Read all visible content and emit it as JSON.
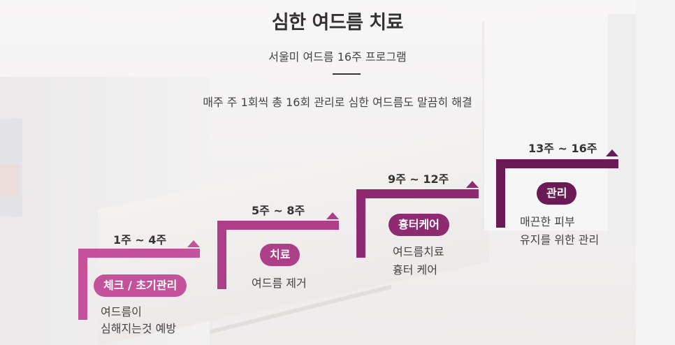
{
  "header": {
    "title": "심한 여드름 치료",
    "subtitle": "서울미 여드름 16주 프로그램",
    "description": "매주 주 1회씩 총 16회 관리로 심한 여드름도 말끔히 해결"
  },
  "steps": [
    {
      "period": "1주 ~ 4주",
      "badge": "체크 / 초기관리",
      "lines": [
        "여드름이",
        "심해지는것 예방"
      ],
      "color": "#c4529a"
    },
    {
      "period": "5주 ~ 8주",
      "badge": "치료",
      "lines": [
        "여드름 제거"
      ],
      "color": "#ad3e88"
    },
    {
      "period": "9주 ~ 12주",
      "badge": "흉터케어",
      "lines": [
        "여드름치료",
        "흉터 케어"
      ],
      "color": "#8e2a6f"
    },
    {
      "period": "13주 ~ 16주",
      "badge": "관리",
      "lines": [
        "매끈한 피부",
        "유지를 위한 관리"
      ],
      "color": "#6a1a55"
    }
  ]
}
